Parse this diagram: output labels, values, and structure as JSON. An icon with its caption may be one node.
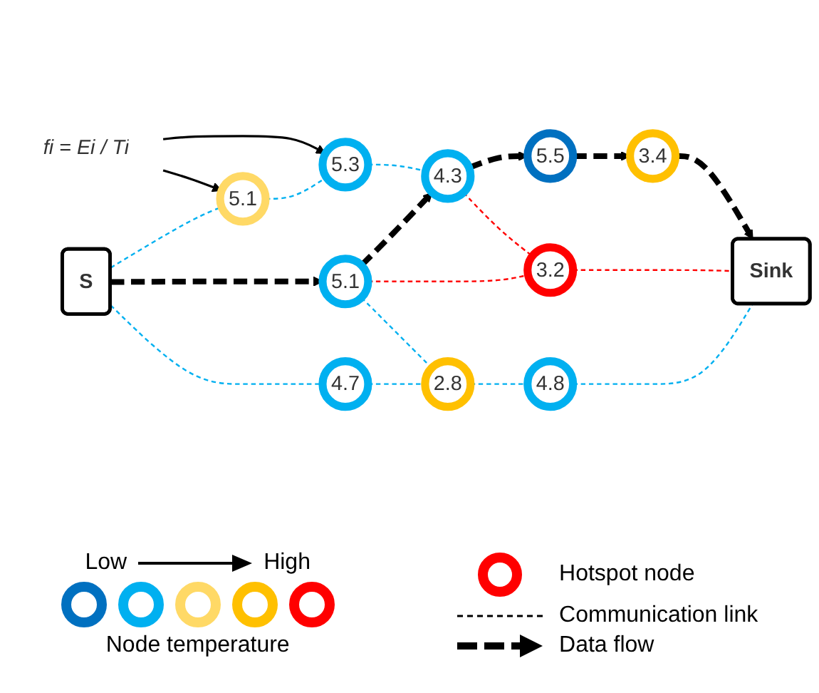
{
  "diagram": {
    "nodes": [
      {
        "text": [
          "fi = Ei / Ti"
        ]
      },
      {
        "text": [
          "5.3"
        ]
      },
      {
        "text": [
          "5.1"
        ]
      },
      {
        "text": [
          "4.3"
        ]
      },
      {
        "text": [
          "5.5"
        ]
      },
      {
        "text": [
          "3.4"
        ]
      },
      {
        "text": [
          "S"
        ]
      },
      {
        "text": [
          "5.1"
        ]
      },
      {
        "text": [
          "3.2"
        ]
      },
      {
        "text": [
          "Sink"
        ]
      },
      {
        "text": [
          "4.7"
        ]
      },
      {
        "text": [
          "2.8"
        ]
      },
      {
        "text": [
          "4.8"
        ]
      }
    ],
    "edges": [
      {
        "from": 0,
        "to": 1,
        "arrow": "to",
        "color": "#000000"
      },
      {
        "from": 0,
        "to": 2,
        "arrow": "to",
        "color": "#000000"
      },
      {
        "from": 2,
        "to": 1,
        "arrow": "none",
        "style": "dashed"
      },
      {
        "from": 1,
        "to": 3,
        "arrow": "none",
        "style": "dashed"
      },
      {
        "from": 6,
        "to": 2,
        "arrow": "none",
        "style": "dashed"
      },
      {
        "from": 6,
        "to": 7,
        "arrow": "to",
        "style": "dashed",
        "color": "#000000"
      },
      {
        "from": 7,
        "to": 3,
        "arrow": "to",
        "style": "dashed",
        "color": "#000000"
      },
      {
        "from": 3,
        "to": 4,
        "arrow": "to",
        "style": "dashed",
        "color": "#000000"
      },
      {
        "from": 4,
        "to": 5,
        "arrow": "to",
        "style": "dashed",
        "color": "#000000"
      },
      {
        "from": 5,
        "to": 9,
        "arrow": "to",
        "style": "dashed",
        "color": "#000000"
      },
      {
        "from": 3,
        "to": 8,
        "arrow": "none",
        "style": "dashed",
        "color": "#ff0000"
      },
      {
        "from": 7,
        "to": 8,
        "arrow": "none",
        "style": "dashed",
        "color": "#ff0000"
      },
      {
        "from": 8,
        "to": 9,
        "arrow": "none",
        "style": "dashed",
        "color": "#ff0000"
      },
      {
        "from": 7,
        "to": 11,
        "arrow": "none",
        "style": "dashed"
      },
      {
        "from": 6,
        "to": 10,
        "arrow": "none",
        "style": "dashed"
      },
      {
        "from": 10,
        "to": 11,
        "arrow": "none",
        "style": "dashed"
      },
      {
        "from": 11,
        "to": 12,
        "arrow": "none",
        "style": "dashed"
      },
      {
        "from": 12,
        "to": 9,
        "arrow": "none",
        "style": "dashed"
      }
    ],
    "labels": [
      "Low",
      "High",
      "Node temperature"
    ],
    "legend": [
      {
        "text": "Hotspot node"
      },
      {
        "text": "Communication link"
      },
      {
        "text": "Data flow"
      }
    ]
  }
}
